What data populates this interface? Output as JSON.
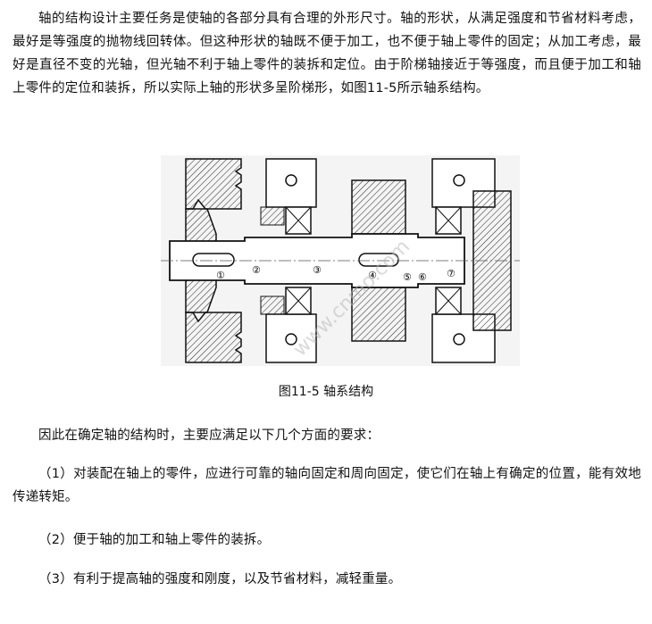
{
  "intro": "轴的结构设计主要任务是使轴的各部分具有合理的外形尺寸。轴的形状，从满足强度和节省材料考虑，最好是等强度的抛物线回转体。但这种形状的轴既不便于加工，也不便于轴上零件的固定；从加工考虑，最好是直径不变的光轴，但光轴不利于轴上零件的装拆和定位。由于阶梯轴接近于等强度，而且便于加工和轴上零件的定位和装拆，所以实际上轴的形状多呈阶梯形，如图11-5所示轴系结构。",
  "figure": {
    "caption": "图11-5 轴系结构",
    "section_labels": [
      "①",
      "②",
      "③",
      "④",
      "⑤",
      "⑥",
      "⑦"
    ],
    "watermark": "www.cnmo.com"
  },
  "lead": "因此在确定轴的结构时，主要应满足以下几个方面的要求：",
  "requirements": [
    "（1）对装配在轴上的零件，应进行可靠的轴向固定和周向固定，使它们在轴上有确定的位置，能有效地传递转矩。",
    "（2）便于轴的加工和轴上零件的装拆。",
    "（3）有利于提高轴的强度和刚度，以及节省材料，减轻重量。"
  ]
}
